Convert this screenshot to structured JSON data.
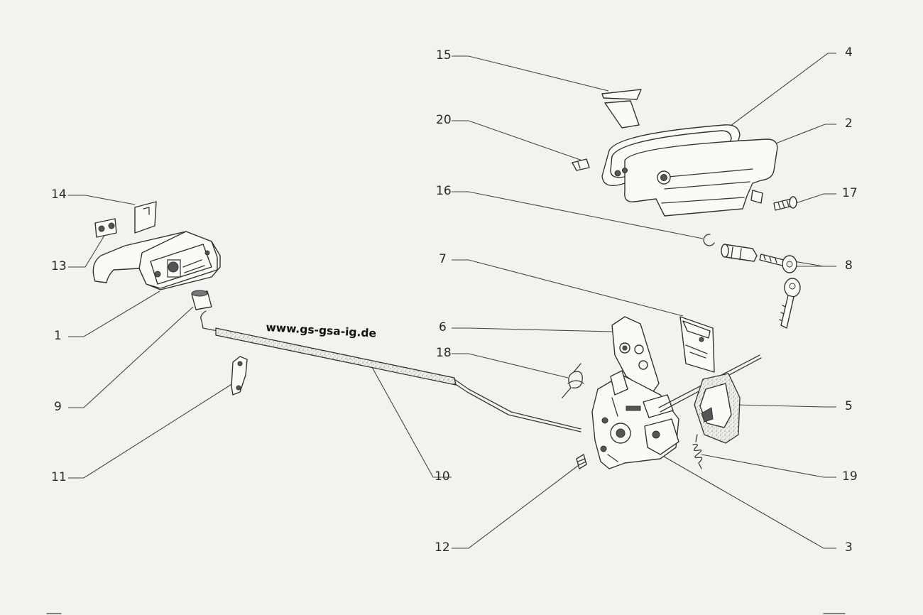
{
  "diagram": {
    "watermark": "www.gs-gsa-ig.de",
    "callouts": {
      "c1": "1",
      "c2": "2",
      "c3": "3",
      "c4": "4",
      "c5": "5",
      "c6": "6",
      "c7": "7",
      "c8": "8",
      "c9": "9",
      "c10": "10",
      "c11": "11",
      "c12": "12",
      "c13": "13",
      "c14": "14",
      "c15": "15",
      "c16": "16",
      "c17": "17",
      "c18": "18",
      "c19": "19",
      "c20": "20"
    }
  }
}
